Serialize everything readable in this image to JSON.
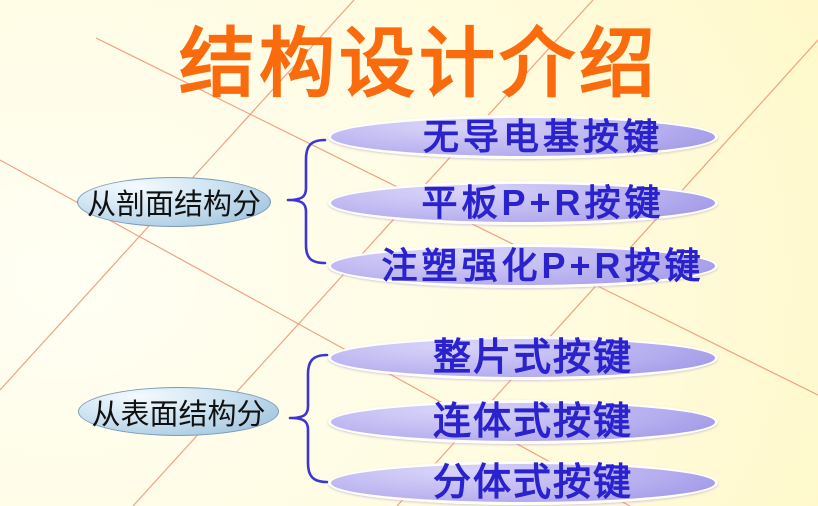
{
  "slide": {
    "title": "结构设计介绍",
    "groups": [
      {
        "label": "从剖面结构分",
        "items": [
          "无导电基按键",
          "平板P+R按键",
          "注塑强化P+R按键"
        ]
      },
      {
        "label": "从表面结构分",
        "items": [
          "整片式按键",
          "连体式按键",
          "分体式按键"
        ]
      }
    ],
    "colors": {
      "title": "#FA6B0E",
      "item_text": "#2A22CC",
      "label_text": "#111111",
      "brace": "#3B35D6",
      "background_line": "#F0906E"
    }
  }
}
